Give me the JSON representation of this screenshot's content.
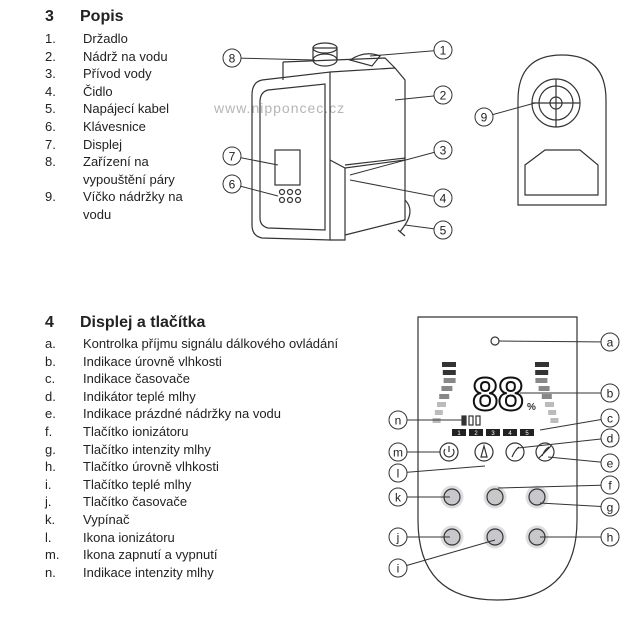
{
  "section3": {
    "number": "3",
    "title": "Popis",
    "items": [
      {
        "n": "1.",
        "text": "Držadlo"
      },
      {
        "n": "2.",
        "text": "Nádrž na vodu"
      },
      {
        "n": "3.",
        "text": "Přívod vody"
      },
      {
        "n": "4.",
        "text": "Čidlo"
      },
      {
        "n": "5.",
        "text": "Napájecí kabel"
      },
      {
        "n": "6.",
        "text": "Klávesnice"
      },
      {
        "n": "7.",
        "text": "Displej"
      },
      {
        "n": "8.",
        "text": "Zařízení na vypouštění páry"
      },
      {
        "n": "9.",
        "text": "Víčko nádržky na vodu"
      }
    ],
    "callouts": [
      "1",
      "2",
      "3",
      "4",
      "5",
      "6",
      "7",
      "8",
      "9"
    ]
  },
  "section4": {
    "number": "4",
    "title": "Displej a tlačítka",
    "items": [
      {
        "n": "a.",
        "text": "Kontrolka příjmu signálu dálkového ovládání"
      },
      {
        "n": "b.",
        "text": "Indikace úrovně vlhkosti"
      },
      {
        "n": "c.",
        "text": "Indikace časovače"
      },
      {
        "n": "d.",
        "text": "Indikátor teplé mlhy"
      },
      {
        "n": "e.",
        "text": "Indikace prázdné nádržky na vodu"
      },
      {
        "n": "f.",
        "text": "Tlačítko ionizátoru"
      },
      {
        "n": "g.",
        "text": "Tlačítko intenzity mlhy"
      },
      {
        "n": "h.",
        "text": "Tlačítko úrovně vlhkosti"
      },
      {
        "n": "i.",
        "text": "Tlačítko teplé mlhy"
      },
      {
        "n": "j.",
        "text": "Tlačítko časovače"
      },
      {
        "n": "k.",
        "text": "Vypínač"
      },
      {
        "n": "l.",
        "text": "Ikona ionizátoru"
      },
      {
        "n": "m.",
        "text": "Ikona zapnutí a vypnutí"
      },
      {
        "n": "n.",
        "text": "Indikace intenzity mlhy"
      }
    ],
    "display": {
      "digits": "88",
      "unit": "%",
      "timer": [
        "1",
        "2",
        "3",
        "4",
        "5"
      ]
    },
    "callouts": [
      "a",
      "b",
      "c",
      "d",
      "e",
      "f",
      "g",
      "h",
      "i",
      "j",
      "k",
      "l",
      "m",
      "n"
    ]
  },
  "watermark": "www.nipponcec.cz"
}
